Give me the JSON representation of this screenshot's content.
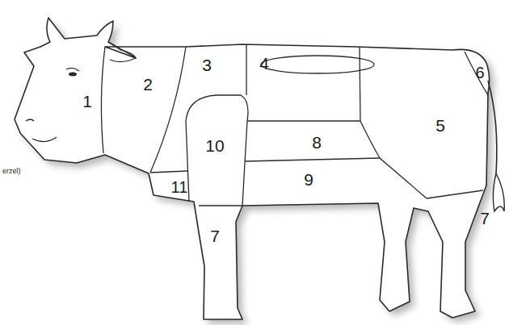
{
  "diagram": {
    "labels": [
      "1",
      "2",
      "3",
      "4",
      "6",
      "5",
      "10",
      "8",
      "11",
      "9",
      "7",
      "7",
      "erzel)"
    ]
  }
}
